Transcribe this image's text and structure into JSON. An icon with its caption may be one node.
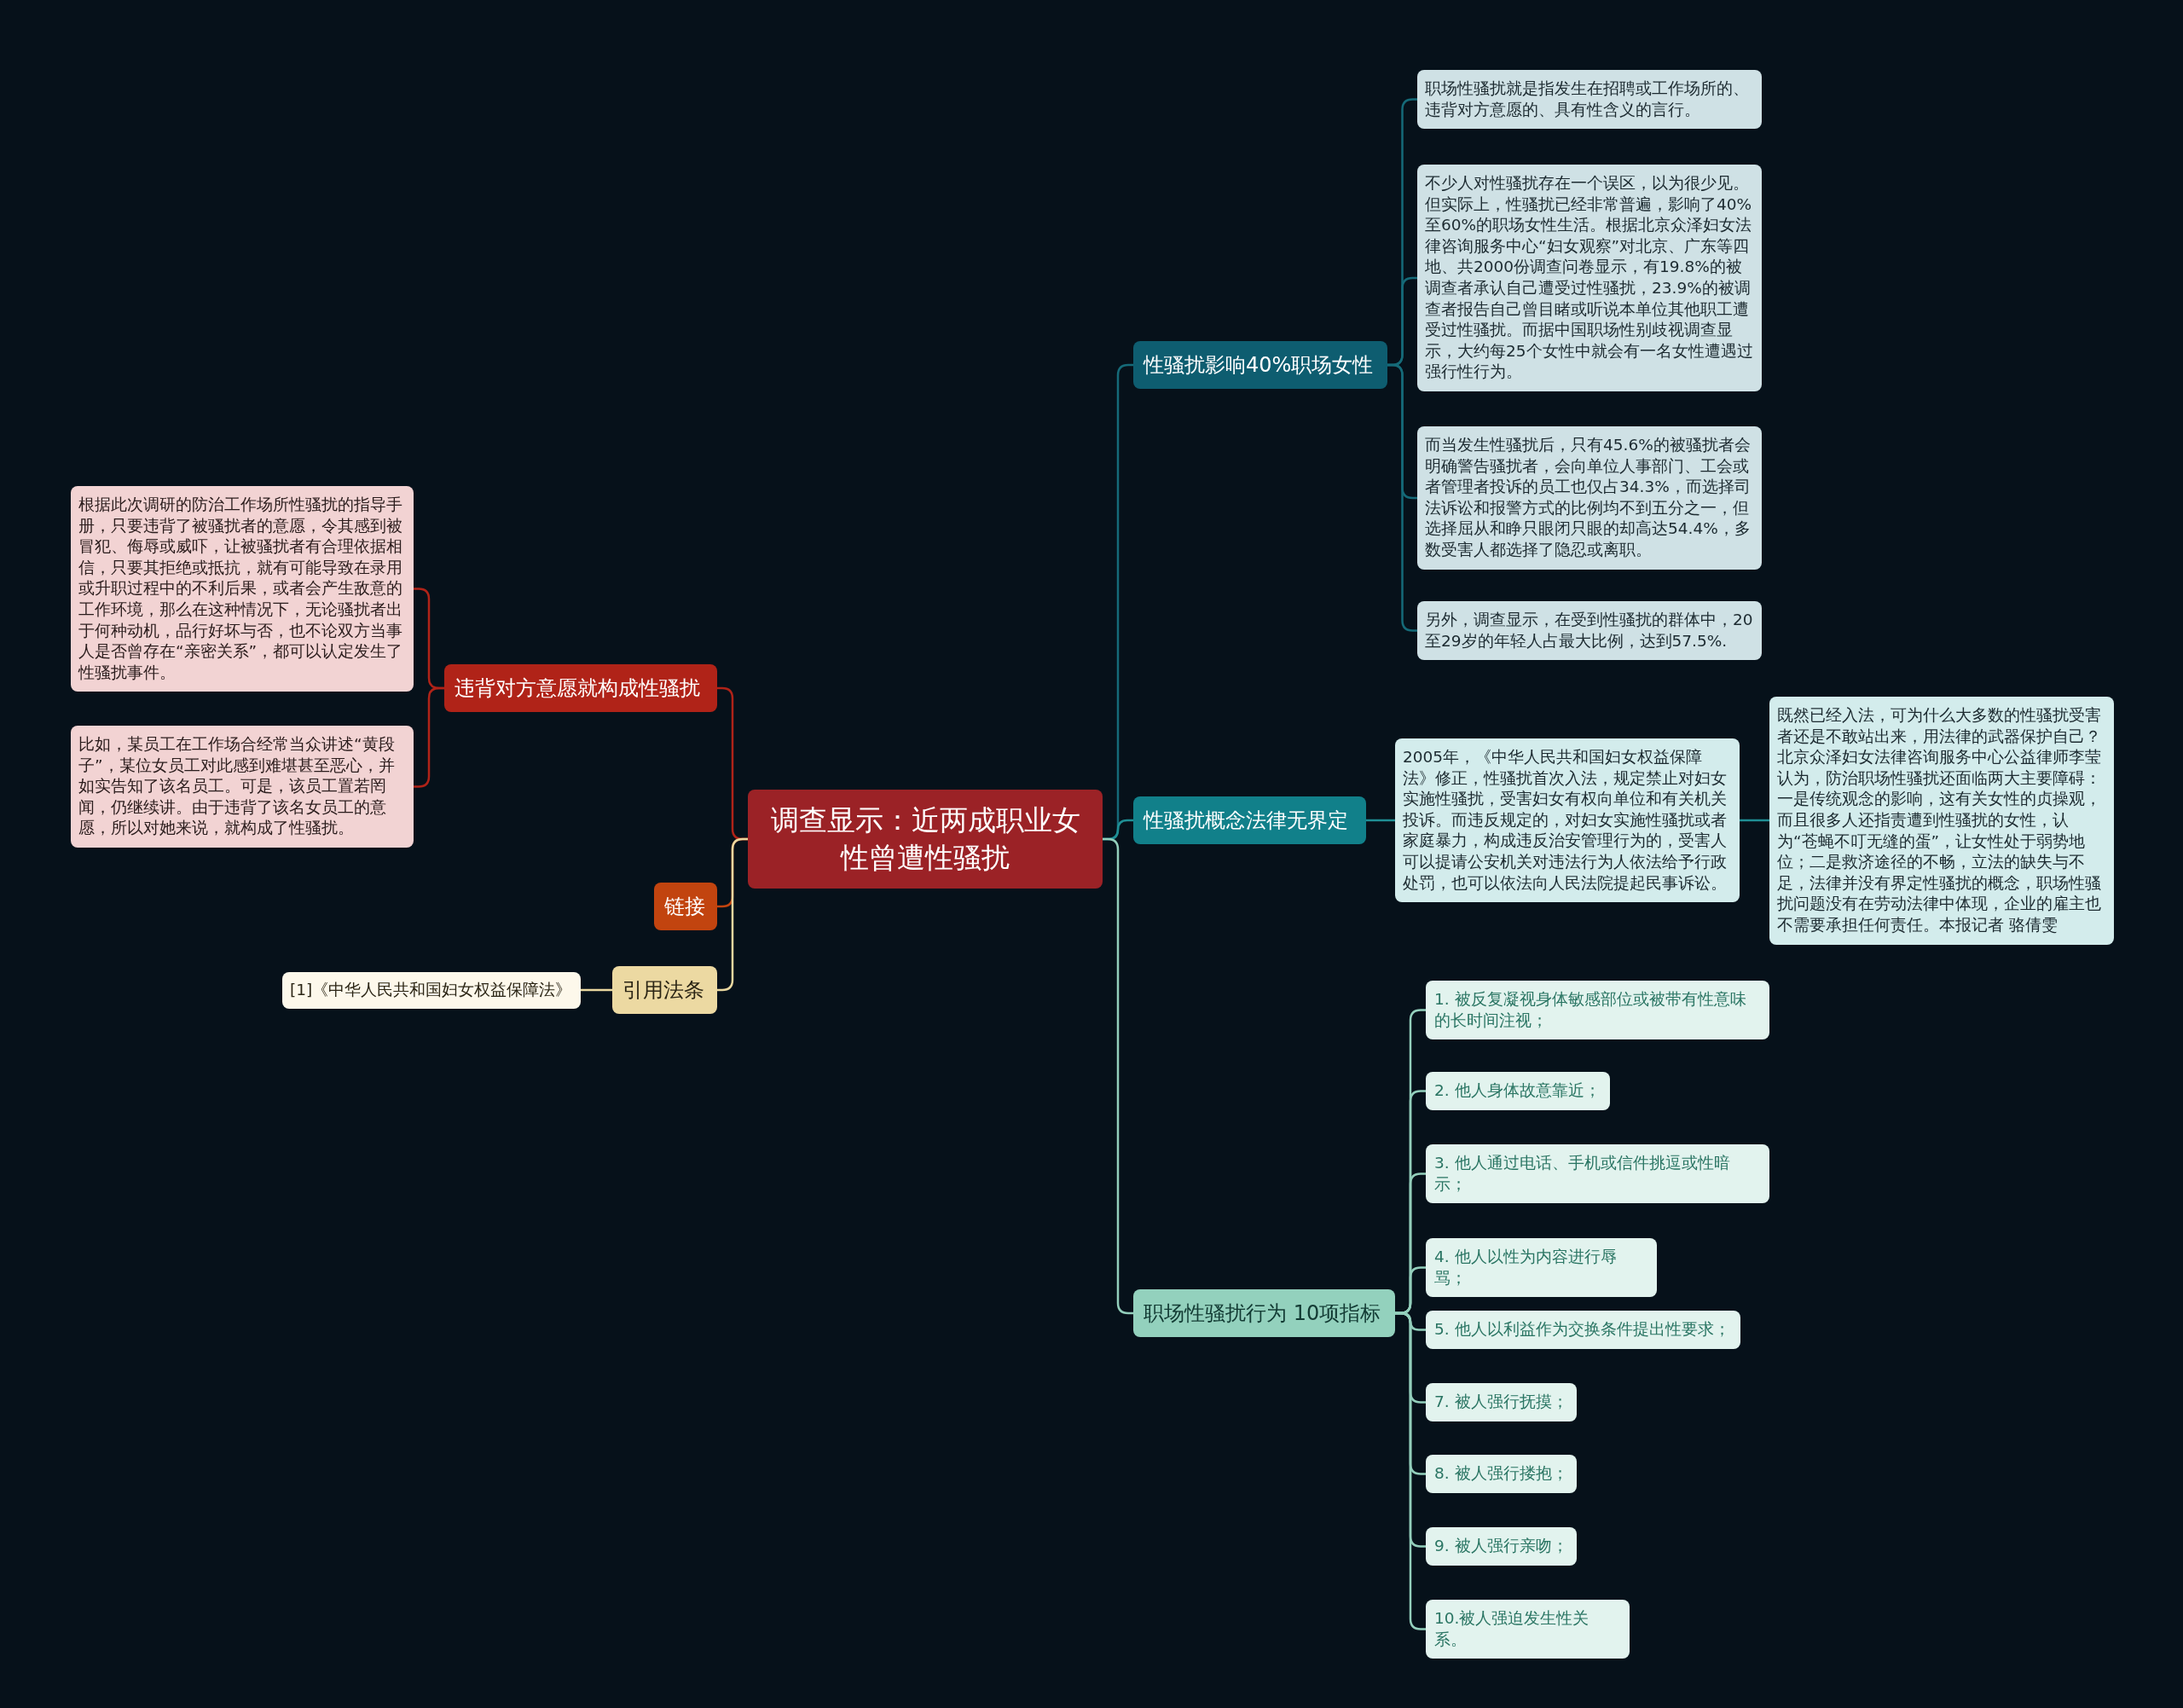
{
  "diagram": {
    "nodes": [
      {
        "text": [
          "调查显示：近两成职业女性曾遭性骚扰"
        ]
      },
      {
        "text": [
          "性骚扰影响40%职场女性"
        ]
      },
      {
        "text": [
          "职场性骚扰就是指发生在招聘或工作场所的、违背对方意愿的、具有性含义的言行。"
        ]
      },
      {
        "text": [
          "不少人对性骚扰存在一个误区，以为很少见。但实际上，性骚扰已经非常普遍，影响了40%至60%的职场女性生活。根据北京众泽妇女法律咨询服务中心“妇女观察”对北京、广东等四地、共2000份调查问卷显示，有19.8%的被调查者承认自己遭受过性骚扰，23.9%的被调查者报告自己曾目睹或听说本单位其他职工遭受过性骚扰。而据中国职场性别歧视调查显示，大约每25个女性中就会有一名女性遭遇过强行性行为。"
        ]
      },
      {
        "text": [
          "而当发生性骚扰后，只有45.6%的被骚扰者会明确警告骚扰者，会向单位人事部门、工会或者管理者投诉的员工也仅占34.3%，而选择司法诉讼和报警方式的比例均不到五分之一，但选择屈从和睁只眼闭只眼的却高达54.4%，多数受害人都选择了隐忍或离职。"
        ]
      },
      {
        "text": [
          "另外，调查显示，在受到性骚扰的群体中，20至29岁的年轻人占最大比例，达到57.5%."
        ]
      },
      {
        "text": [
          "性骚扰概念法律无界定"
        ]
      },
      {
        "text": [
          "2005年，《中华人民共和国妇女权益保障法》修正，性骚扰首次入法，规定禁止对妇女实施性骚扰，受害妇女有权向单位和有关机关投诉。而违反规定的，对妇女实施性骚扰或者家庭暴力，构成违反治安管理行为的，受害人可以提请公安机关对违法行为人依法给予行政处罚，也可以依法向人民法院提起民事诉讼。"
        ]
      },
      {
        "text": [
          "既然已经入法，可为什么大多数的性骚扰受害者还是不敢站出来，用法律的武器保护自己？北京众泽妇女法律咨询服务中心公益律师李莹认为，防治职场性骚扰还面临两大主要障碍：一是传统观念的影响，这有关女性的贞操观，而且很多人还指责遭到性骚扰的女性，认为“苍蝇不叮无缝的蛋”，让女性处于弱势地位；二是救济途径的不畅，立法的缺失与不足，法律并没有界定性骚扰的概念，职场性骚扰问题没有在劳动法律中体现，企业的雇主也不需要承担任何责任。本报记者 骆倩雯"
        ]
      },
      {
        "text": [
          "职场性骚扰行为 10项指标"
        ]
      },
      {
        "text": [
          "1. 被反复凝视身体敏感部位或被带有性意味的长时间注视；"
        ]
      },
      {
        "text": [
          "2. 他人身体故意靠近；"
        ]
      },
      {
        "text": [
          "3. 他人通过电话、手机或信件挑逗或性暗示；"
        ]
      },
      {
        "text": [
          "4. 他人以性为内容进行辱骂；"
        ]
      },
      {
        "text": [
          "5. 他人以利益作为交换条件提出性要求；"
        ]
      },
      {
        "text": [
          "7. 被人强行抚摸；"
        ]
      },
      {
        "text": [
          "8. 被人强行搂抱；"
        ]
      },
      {
        "text": [
          "9. 被人强行亲吻；"
        ]
      },
      {
        "text": [
          "10.被人强迫发生性关系。"
        ]
      },
      {
        "text": [
          "违背对方意愿就构成性骚扰"
        ]
      },
      {
        "text": [
          "根据此次调研的防治工作场所性骚扰的指导手册，只要违背了被骚扰者的意愿，令其感到被冒犯、侮辱或威吓，让被骚扰者有合理依据相信，只要其拒绝或抵抗，就有可能导致在录用或升职过程中的不利后果，或者会产生敌意的工作环境，那么在这种情况下，无论骚扰者出于何种动机，品行好坏与否，也不论双方当事人是否曾存在“亲密关系”，都可以认定发生了性骚扰事件。"
        ]
      },
      {
        "text": [
          "比如，某员工在工作场合经常当众讲述“黄段子”，某位女员工对此感到难堪甚至恶心，并如实告知了该名员工。可是，该员工置若罔闻，仍继续讲。由于违背了该名女员工的意愿，所以对她来说，就构成了性骚扰。"
        ]
      },
      {
        "text": [
          "链接"
        ]
      },
      {
        "text": [
          "引用法条"
        ]
      },
      {
        "text": [
          "[1]《中华人民共和国妇女权益保障法》"
        ]
      }
    ],
    "edges": [
      {
        "from": 0,
        "to": 1,
        "arrow": "none",
        "color": "#156a78"
      },
      {
        "from": 1,
        "to": 2,
        "arrow": "none",
        "color": "#156a78"
      },
      {
        "from": 1,
        "to": 3,
        "arrow": "none",
        "color": "#156a78"
      },
      {
        "from": 1,
        "to": 4,
        "arrow": "none",
        "color": "#156a78"
      },
      {
        "from": 1,
        "to": 5,
        "arrow": "none",
        "color": "#156a78"
      },
      {
        "from": 0,
        "to": 6,
        "arrow": "none",
        "color": "#1f8f95"
      },
      {
        "from": 6,
        "to": 7,
        "arrow": "none",
        "color": "#1f8f95"
      },
      {
        "from": 7,
        "to": 8,
        "arrow": "none",
        "color": "#1f8f95"
      },
      {
        "from": 0,
        "to": 9,
        "arrow": "none",
        "color": "#93cfbc"
      },
      {
        "from": 9,
        "to": 10,
        "arrow": "none",
        "color": "#93cfbc"
      },
      {
        "from": 9,
        "to": 11,
        "arrow": "none",
        "color": "#93cfbc"
      },
      {
        "from": 9,
        "to": 12,
        "arrow": "none",
        "color": "#93cfbc"
      },
      {
        "from": 9,
        "to": 13,
        "arrow": "none",
        "color": "#93cfbc"
      },
      {
        "from": 9,
        "to": 14,
        "arrow": "none",
        "color": "#93cfbc"
      },
      {
        "from": 9,
        "to": 15,
        "arrow": "none",
        "color": "#93cfbc"
      },
      {
        "from": 9,
        "to": 16,
        "arrow": "none",
        "color": "#93cfbc"
      },
      {
        "from": 9,
        "to": 17,
        "arrow": "none",
        "color": "#93cfbc"
      },
      {
        "from": 9,
        "to": 18,
        "arrow": "none",
        "color": "#93cfbc"
      },
      {
        "from": 0,
        "to": 19,
        "arrow": "none",
        "color": "#b02318"
      },
      {
        "from": 19,
        "to": 20,
        "arrow": "none",
        "color": "#b02318"
      },
      {
        "from": 19,
        "to": 21,
        "arrow": "none",
        "color": "#b02318"
      },
      {
        "from": 0,
        "to": 22,
        "arrow": "none",
        "color": "#c2440f"
      },
      {
        "from": 0,
        "to": 23,
        "arrow": "none",
        "color": "#ead8a0"
      },
      {
        "from": 23,
        "to": 24,
        "arrow": "none",
        "color": "#ead8a0"
      }
    ]
  }
}
